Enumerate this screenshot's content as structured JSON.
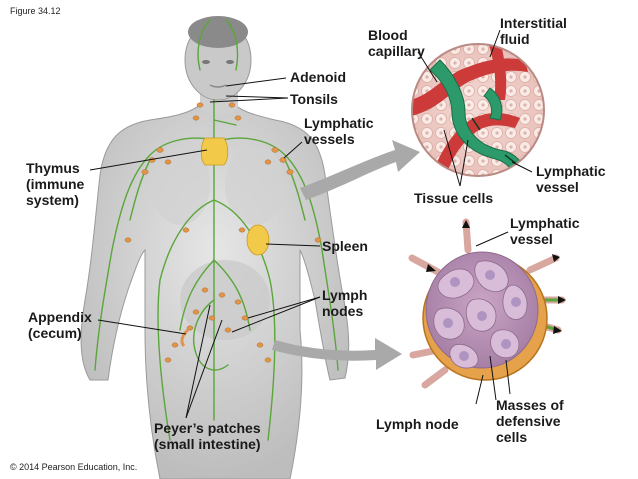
{
  "figure_label": "Figure 34.12",
  "copyright": "© 2014 Pearson Education, Inc.",
  "labels": {
    "adenoid": "Adenoid",
    "tonsils": "Tonsils",
    "lymphatic_vessels": [
      "Lymphatic",
      "vessels"
    ],
    "thymus": [
      "Thymus",
      "(immune",
      "system)"
    ],
    "spleen": "Spleen",
    "lymph_nodes": [
      "Lymph",
      "nodes"
    ],
    "appendix": [
      "Appendix",
      "(cecum)"
    ],
    "peyers_patches": [
      "Peyer’s patches",
      "(small intestine)"
    ],
    "blood_capillary": [
      "Blood",
      "capillary"
    ],
    "interstitial_fluid": [
      "Interstitial",
      "fluid"
    ],
    "tissue_cells": "Tissue cells",
    "lymphatic_vessel_top": [
      "Lymphatic",
      "vessel"
    ],
    "lymphatic_vessel_node": [
      "Lymphatic",
      "vessel"
    ],
    "lymph_node": "Lymph node",
    "masses_of_defensive_cells": [
      "Masses of",
      "defensive",
      "cells"
    ]
  },
  "colors": {
    "skin": "#d6d6d6",
    "lymph_vessel": "#5aa63a",
    "lymph_node": "#e0954a",
    "thymus_spleen": "#f3c94a",
    "capillary": "#cc3a3a",
    "node_interior": "#b78eb8",
    "arrow": "#a9a9a9"
  }
}
